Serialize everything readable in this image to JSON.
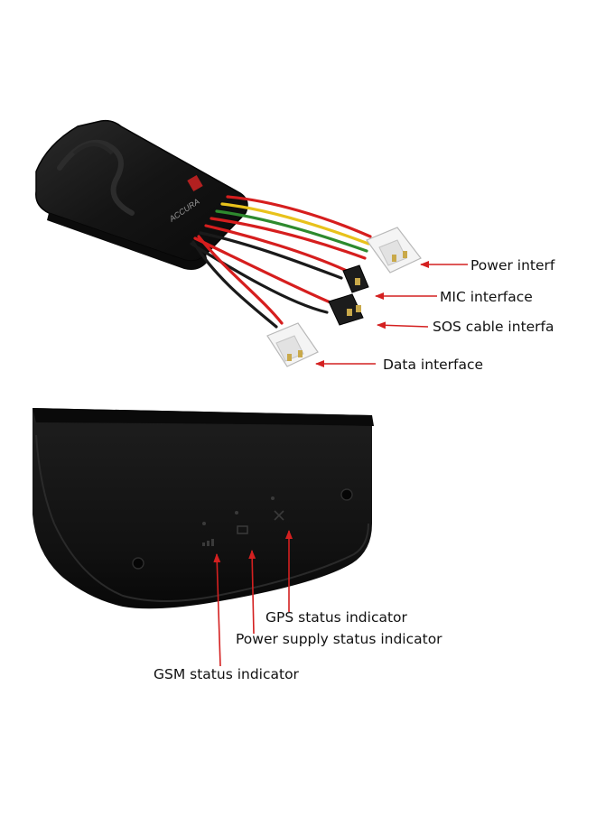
{
  "colors": {
    "arrow": "#d42020",
    "device": "#141414",
    "wire_red": "#d61e1e",
    "wire_yellow": "#e8c21b",
    "wire_green": "#2e8a2e",
    "wire_black": "#1a1a1a"
  },
  "device_top": {
    "brand_text": "ACCURA"
  },
  "labels": {
    "power": "Power interf",
    "mic": "MIC interface",
    "sos": "SOS cable interfa",
    "data": "Data interface",
    "gps": "GPS status indicator",
    "power_supply": "Power supply status indicator",
    "gsm": "GSM status indicator"
  }
}
